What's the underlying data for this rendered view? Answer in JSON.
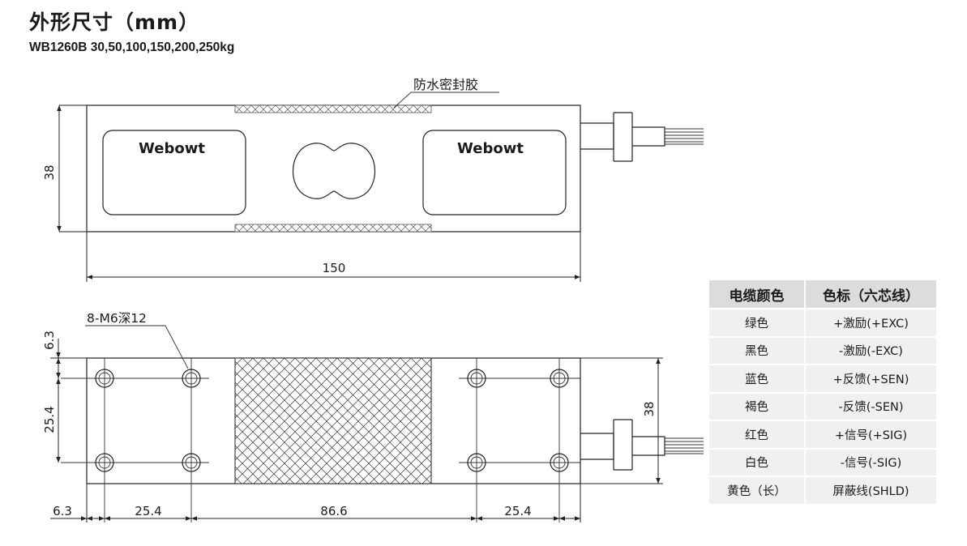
{
  "header": {
    "title": "外形尺寸（mm）",
    "subtitle": "WB1260B 30,50,100,150,200,250kg"
  },
  "top_view": {
    "logo_text": "Webowt",
    "seal_label": "防水密封胶",
    "height_dim": "38",
    "length_dim": "150"
  },
  "bottom_view": {
    "hole_callout": "8-M6深12",
    "dims": {
      "top_offset": "6.3",
      "hole_spacing_v": "25.4",
      "height": "38",
      "left_offset": "6.3",
      "hole_spacing_left": "25.4",
      "center_span": "86.6",
      "hole_spacing_right": "25.4"
    }
  },
  "wire_table": {
    "headers": [
      "电缆颜色",
      "色标（六芯线）"
    ],
    "rows": [
      [
        "绿色",
        "+激励(+EXC)"
      ],
      [
        "黑色",
        "-激励(-EXC)"
      ],
      [
        "蓝色",
        "+反馈(+SEN)"
      ],
      [
        "褐色",
        "-反馈(-SEN)"
      ],
      [
        "红色",
        "+信号(+SIG)"
      ],
      [
        "白色",
        "-信号(-SIG)"
      ],
      [
        "黄色（长）",
        "屏蔽线(SHLD)"
      ]
    ]
  }
}
